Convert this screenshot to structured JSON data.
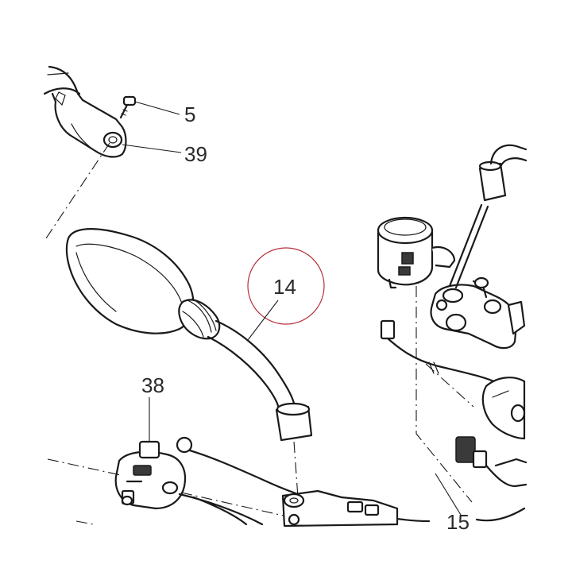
{
  "callouts": {
    "c5": "5",
    "c39": "39",
    "c14": "14",
    "c38": "38",
    "c15": "15"
  },
  "highlight_color": "#b5303a",
  "line_color": "#1a1a1a"
}
